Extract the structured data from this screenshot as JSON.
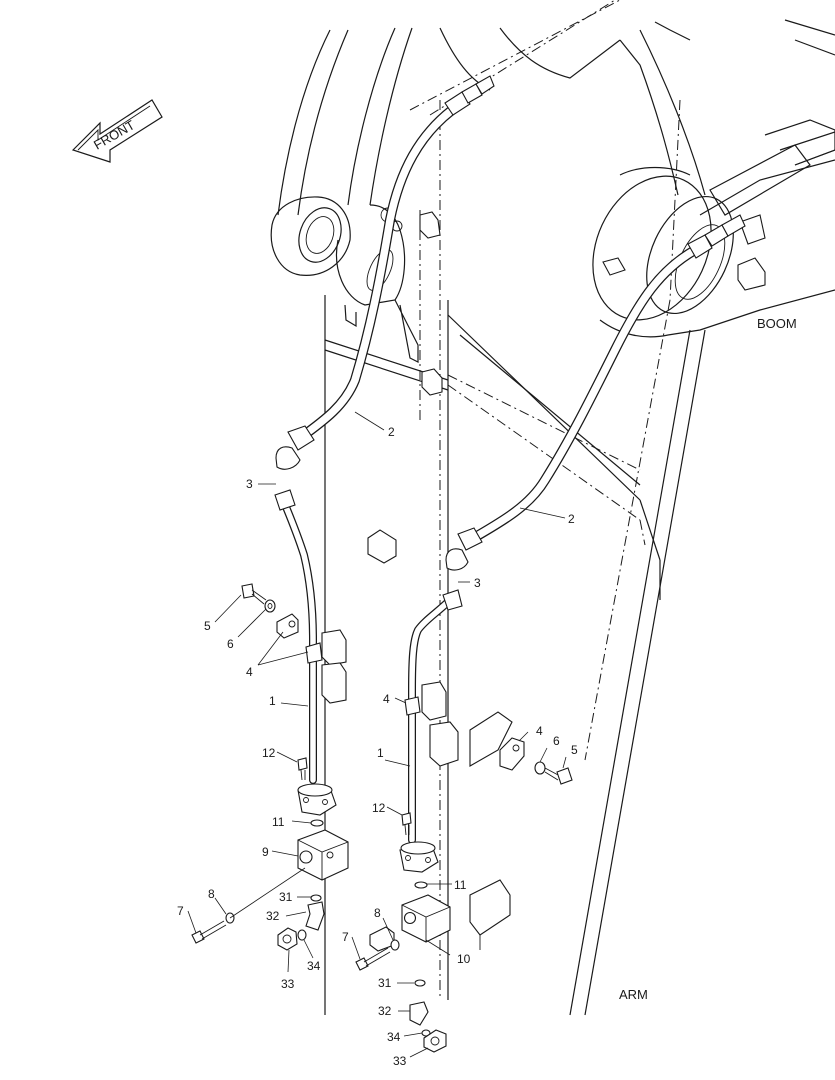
{
  "direction_arrow": {
    "label": "FRONT"
  },
  "region_labels": {
    "boom": "BOOM",
    "arm": "ARM"
  },
  "callouts": {
    "c1a": "1",
    "c1b": "1",
    "c2a": "2",
    "c2b": "2",
    "c3a": "3",
    "c3b": "3",
    "c4a": "4",
    "c4b": "4",
    "c4c": "4",
    "c5a": "5",
    "c5b": "5",
    "c6a": "6",
    "c6b": "6",
    "c7a": "7",
    "c7b": "7",
    "c8a": "8",
    "c8b": "8",
    "c9": "9",
    "c10": "10",
    "c11a": "11",
    "c11b": "11",
    "c12a": "12",
    "c12b": "12",
    "c31a": "31",
    "c31b": "31",
    "c32a": "32",
    "c32b": "32",
    "c33a": "33",
    "c33b": "33",
    "c34a": "34",
    "c34b": "34"
  }
}
